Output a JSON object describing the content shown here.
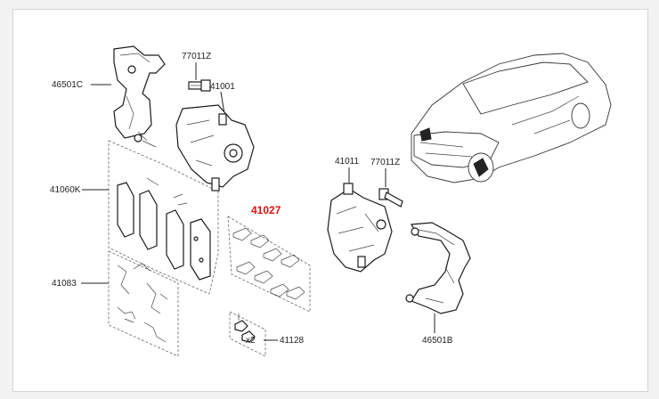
{
  "labels": {
    "l46501c": "46501C",
    "l77011z_top": "77011Z",
    "l41001": "41001",
    "l41060k": "41060K",
    "l41027": "41027",
    "l41011": "41011",
    "l77011z_right": "77011Z",
    "l41083": "41083",
    "l41128": "41128",
    "lx2": "x2",
    "l46501b": "46501B"
  },
  "colors": {
    "highlight": "#e01010",
    "line": "#222222",
    "background": "#ffffff"
  }
}
